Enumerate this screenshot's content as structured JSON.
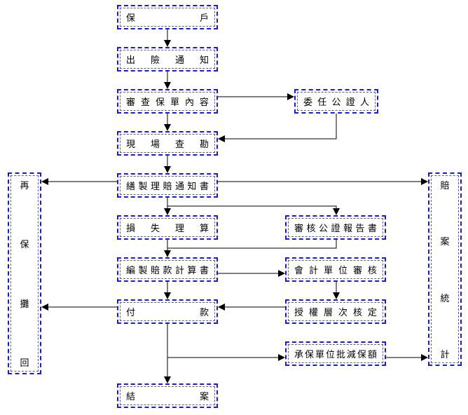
{
  "title": "理賠作業流程",
  "nodes": {
    "policyholder": "保戶",
    "claim_notice": "出險通知",
    "review_policy": "審查保單內容",
    "appoint_adjuster": "委任公證人",
    "site_survey": "現場查勘",
    "prepare_claim_notice": "繕製理賠通知書",
    "reinsurance_recovery": "再保攤回",
    "claim_statistics": "賠案統計",
    "loss_adjustment": "損失理算",
    "review_adjuster_report": "審核公證報告書",
    "compile_payment_calc": "編製賠款計算書",
    "accounting_review": "會計單位審核",
    "payment": "付款",
    "authority_approval": "授權層次核定",
    "reduce_sum_insured": "承保單位批減保額",
    "close_case": "結案"
  },
  "edges": [
    [
      "policyholder",
      "claim_notice"
    ],
    [
      "claim_notice",
      "review_policy"
    ],
    [
      "review_policy",
      "appoint_adjuster"
    ],
    [
      "appoint_adjuster",
      "site_survey"
    ],
    [
      "review_policy",
      "site_survey"
    ],
    [
      "site_survey",
      "prepare_claim_notice"
    ],
    [
      "prepare_claim_notice",
      "reinsurance_recovery"
    ],
    [
      "prepare_claim_notice",
      "claim_statistics"
    ],
    [
      "prepare_claim_notice",
      "loss_adjustment"
    ],
    [
      "prepare_claim_notice",
      "review_adjuster_report"
    ],
    [
      "loss_adjustment",
      "compile_payment_calc"
    ],
    [
      "review_adjuster_report",
      "compile_payment_calc"
    ],
    [
      "compile_payment_calc",
      "accounting_review"
    ],
    [
      "accounting_review",
      "authority_approval"
    ],
    [
      "compile_payment_calc",
      "payment"
    ],
    [
      "authority_approval",
      "payment"
    ],
    [
      "payment",
      "reinsurance_recovery"
    ],
    [
      "payment",
      "reduce_sum_insured"
    ],
    [
      "reduce_sum_insured",
      "claim_statistics"
    ],
    [
      "payment",
      "close_case"
    ]
  ]
}
